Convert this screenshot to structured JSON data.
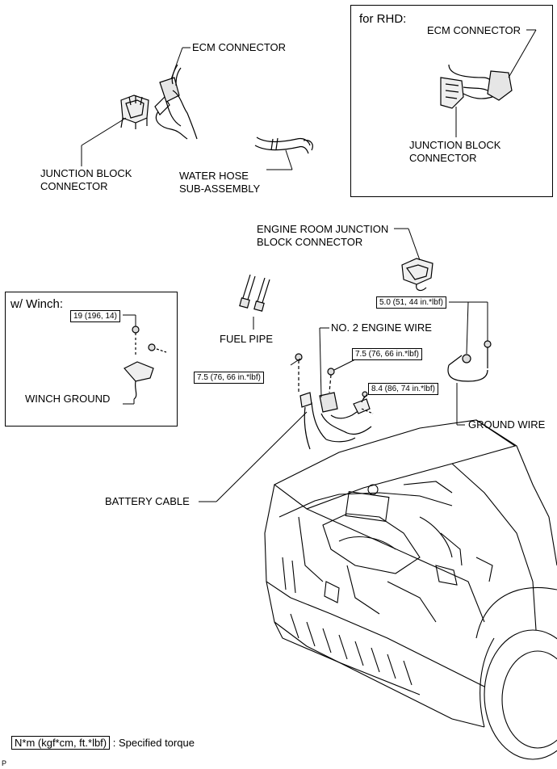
{
  "labels": {
    "ecm_connector": "ECM CONNECTOR",
    "junction_block_connector": "JUNCTION BLOCK\nCONNECTOR",
    "water_hose": "WATER HOSE\nSUB-ASSEMBLY",
    "engine_room_junction": "ENGINE ROOM JUNCTION\nBLOCK CONNECTOR",
    "fuel_pipe": "FUEL PIPE",
    "no2_engine_wire": "NO. 2 ENGINE WIRE",
    "battery_cable": "BATTERY CABLE",
    "ground_wire": "GROUND WIRE",
    "winch_ground": "WINCH GROUND"
  },
  "rhd_box": {
    "title": "for RHD:",
    "ecm_connector": "ECM CONNECTOR",
    "junction_block_connector": "JUNCTION BLOCK\nCONNECTOR"
  },
  "winch_box": {
    "title": "w/ Winch:",
    "torque": "19 (196, 14)"
  },
  "torques": {
    "ground_wire_bolt": "5.0 (51, 44 in.*lbf)",
    "nut_left": "7.5 (76, 66 in.*lbf)",
    "nut_right": "7.5 (76, 66 in.*lbf)",
    "bolt_right": "8.4 (86, 74 in.*lbf)"
  },
  "legend": {
    "key": "N*m (kgf*cm, ft.*lbf)",
    "text": ": Specified torque"
  },
  "figure_code": "P"
}
